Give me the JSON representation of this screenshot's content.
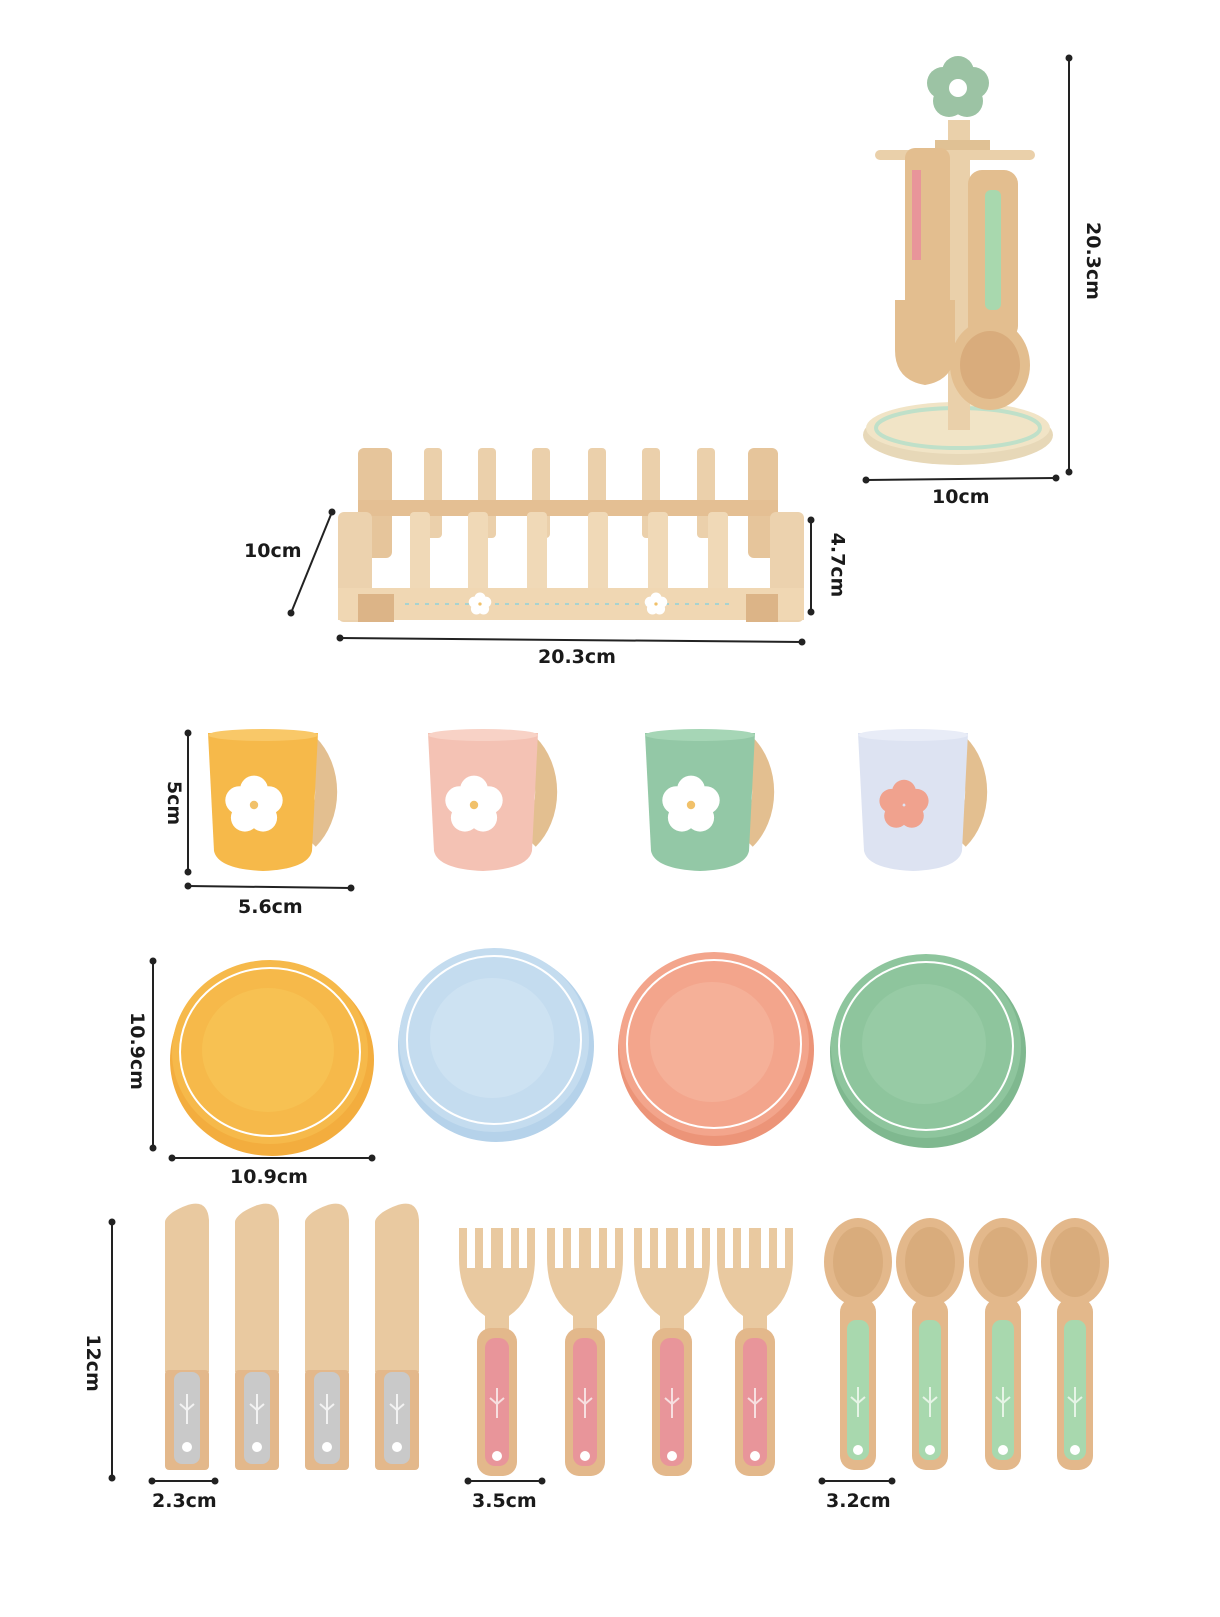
{
  "labels": {
    "stand_width": "10cm",
    "stand_height": "20.3cm",
    "rack_depth": "10cm",
    "rack_height": "4.7cm",
    "rack_length": "20.3cm",
    "cup_height": "5cm",
    "cup_width": "5.6cm",
    "plate_height": "10.9cm",
    "plate_width": "10.9cm",
    "cutlery_length": "12cm",
    "knife_width": "2.3cm",
    "fork_width": "3.5cm",
    "spoon_width": "3.2cm"
  },
  "colors": {
    "wood": "#e9c9a0",
    "wood_dark": "#d8b083",
    "mustard": "#f6b94a",
    "pink": "#f4c2b4",
    "mint": "#93c8a6",
    "lavender": "#dde3f2",
    "sky": "#c4dcef",
    "peach": "#f3a58c",
    "sage": "#8ec59d",
    "grey_handle": "#c9c9c9",
    "pink_handle": "#e8959a",
    "green_handle": "#a8d8ae",
    "stand_flower": "#9cc3a4"
  }
}
